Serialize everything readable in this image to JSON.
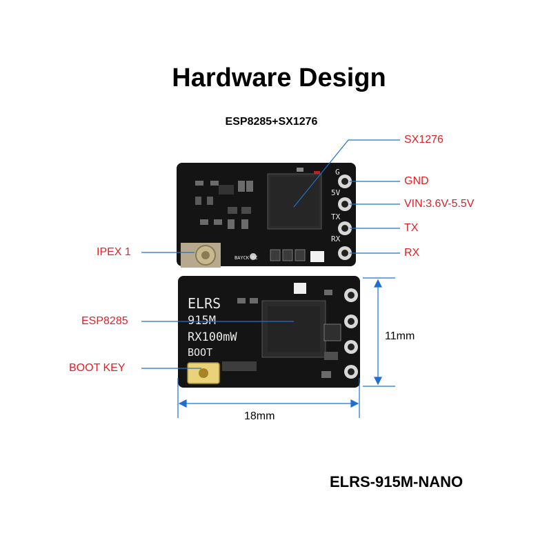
{
  "title": "Hardware Design",
  "subtitle": "ESP8285+SX1276",
  "model": "ELRS-915M-NANO",
  "labels": {
    "sx1276": "SX1276",
    "gnd": "GND",
    "vin": "VIN:3.6V-5.5V",
    "tx": "TX",
    "rx": "RX",
    "ipex": "IPEX 1",
    "esp8285": "ESP8285",
    "boot_key": "BOOT KEY"
  },
  "dimensions": {
    "height": "11mm",
    "width": "18mm"
  },
  "silkscreen": {
    "front_pins": [
      "G",
      "5V",
      "TX",
      "RX"
    ],
    "brand": "BAYCK RC",
    "back_line1": "ELRS",
    "back_line2": "915M",
    "back_line3": "RX100mW",
    "back_boot": "BOOT"
  },
  "colors": {
    "callout_text": "#e31e24",
    "leader_line": "#1f6fd0",
    "pcb": "#141414"
  }
}
